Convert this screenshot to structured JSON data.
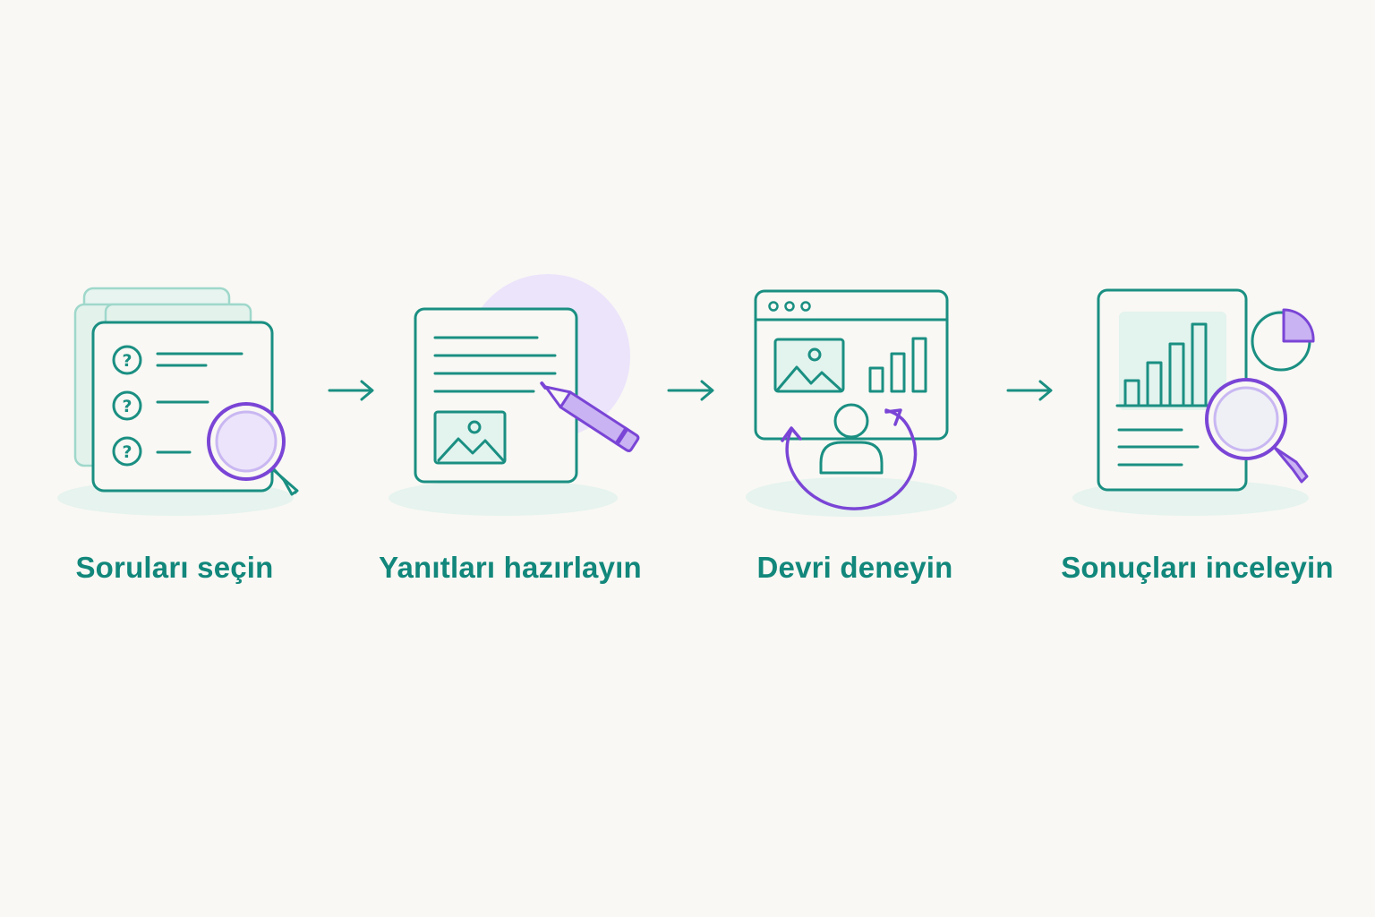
{
  "colors": {
    "background": "#f9f8f4",
    "teal": "#1a8f82",
    "teal_light": "#7ec9bd",
    "teal_fill": "#e3f3ee",
    "purple": "#7a45d6",
    "purple_light": "#c9b7f2",
    "purple_fill": "#e8defa",
    "label": "#12877b"
  },
  "steps": [
    {
      "label": "Soruları seçin",
      "icon": "question-list-with-magnifier-icon"
    },
    {
      "label": "Yanıtları hazırlayın",
      "icon": "document-with-pencil-icon"
    },
    {
      "label": "Devri deneyin",
      "icon": "browser-window-with-user-cycle-icon"
    },
    {
      "label": "Sonuçları inceleyin",
      "icon": "report-chart-with-magnifier-icon"
    }
  ],
  "connectors": [
    "arrow-right-icon",
    "arrow-right-icon",
    "arrow-right-icon"
  ]
}
